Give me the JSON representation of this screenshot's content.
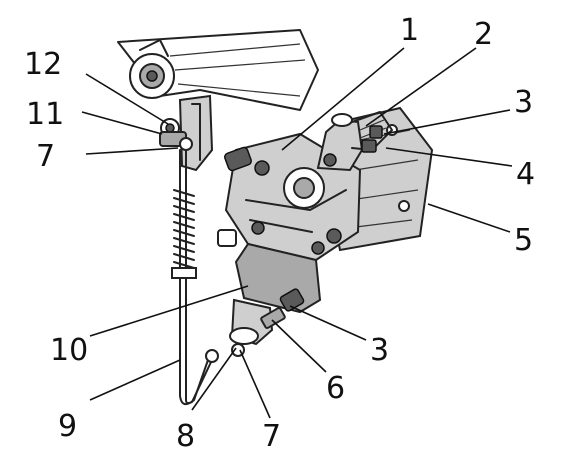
{
  "callouts": [
    {
      "id": "c1",
      "label": "1"
    },
    {
      "id": "c2",
      "label": "2"
    },
    {
      "id": "c3a",
      "label": "3"
    },
    {
      "id": "c4",
      "label": "4"
    },
    {
      "id": "c5",
      "label": "5"
    },
    {
      "id": "c3b",
      "label": "3"
    },
    {
      "id": "c6",
      "label": "6"
    },
    {
      "id": "c7a",
      "label": "7"
    },
    {
      "id": "c8",
      "label": "8"
    },
    {
      "id": "c9",
      "label": "9"
    },
    {
      "id": "c10",
      "label": "10"
    },
    {
      "id": "c7b",
      "label": "7"
    },
    {
      "id": "c11",
      "label": "11"
    },
    {
      "id": "c12",
      "label": "12"
    }
  ],
  "colors": {
    "ink": "#222222",
    "housing": "#cfcfcf",
    "shade": "#a9a9a9",
    "background": "#ffffff"
  }
}
